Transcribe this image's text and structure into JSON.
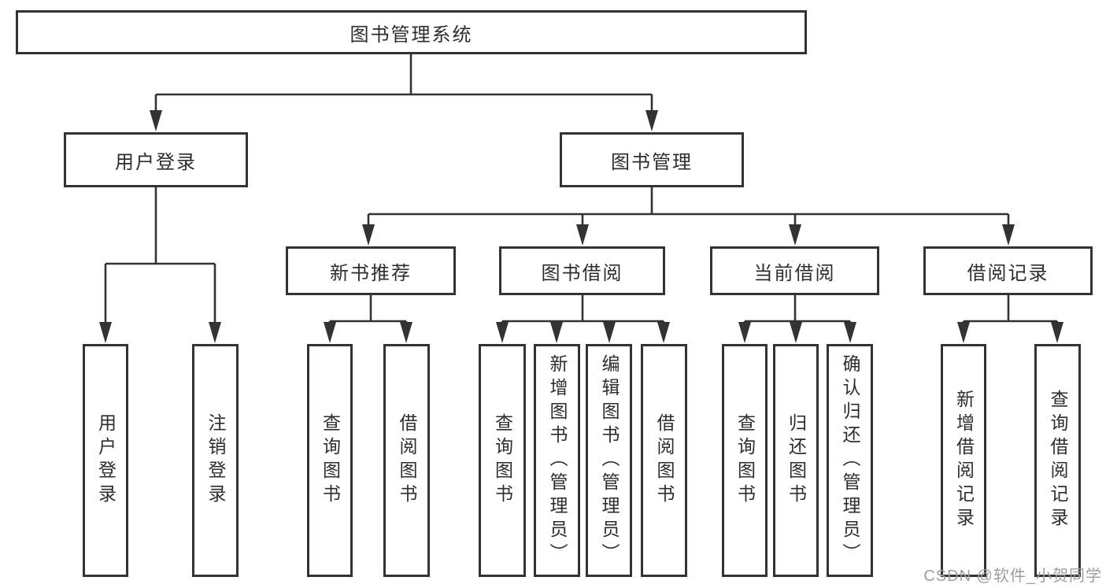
{
  "diagram": {
    "root": "图书管理系统",
    "login": "用户登录",
    "manage": "图书管理",
    "recommend": "新书推荐",
    "borrow": "图书借阅",
    "current": "当前借阅",
    "records": "借阅记录",
    "login_children": [
      "用户登录",
      "注销登录"
    ],
    "recommend_children": [
      "查询图书",
      "借阅图书"
    ],
    "borrow_children": [
      "查询图书",
      "新增图书（管理员）",
      "编辑图书（管理员）",
      "借阅图书"
    ],
    "current_children": [
      "查询图书",
      "归还图书",
      "确认归还（管理员）"
    ],
    "records_children": [
      "新增借阅记录",
      "查询借阅记录"
    ]
  },
  "watermark": "CSDN @软件_小贺同学",
  "colors": {
    "line": "#333333",
    "text": "#2d2d2d",
    "watermark": "#9e9e9e",
    "background": "#ffffff"
  }
}
